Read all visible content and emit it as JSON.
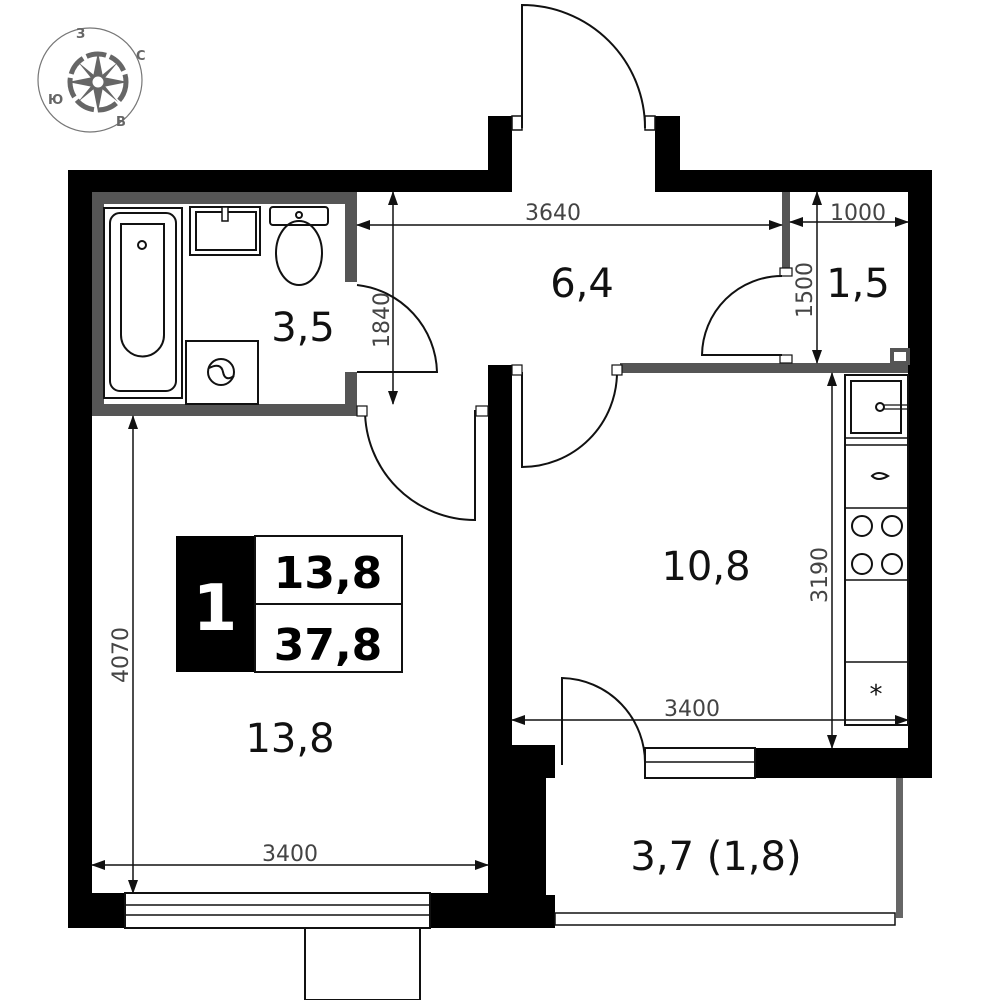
{
  "compass": {
    "north": "С",
    "south": "Ю",
    "east": "В",
    "west": "З"
  },
  "summary": {
    "rooms": "1",
    "living_area": "13,8",
    "total_area": "37,8"
  },
  "rooms": {
    "hall": "6,4",
    "bathroom": "3,5",
    "storage": "1,5",
    "kitchen": "10,8",
    "living": "13,8",
    "balcony": "3,7 (1,8)"
  },
  "dimensions": {
    "hall_width": "3640",
    "storage_width": "1000",
    "storage_depth": "1500",
    "bathroom_depth": "1840",
    "living_depth": "4070",
    "kitchen_depth": "3190",
    "kitchen_width": "3400",
    "living_width": "3400"
  },
  "colors": {
    "wall": "#000000",
    "partition": "#555555",
    "compass": "#666666"
  }
}
